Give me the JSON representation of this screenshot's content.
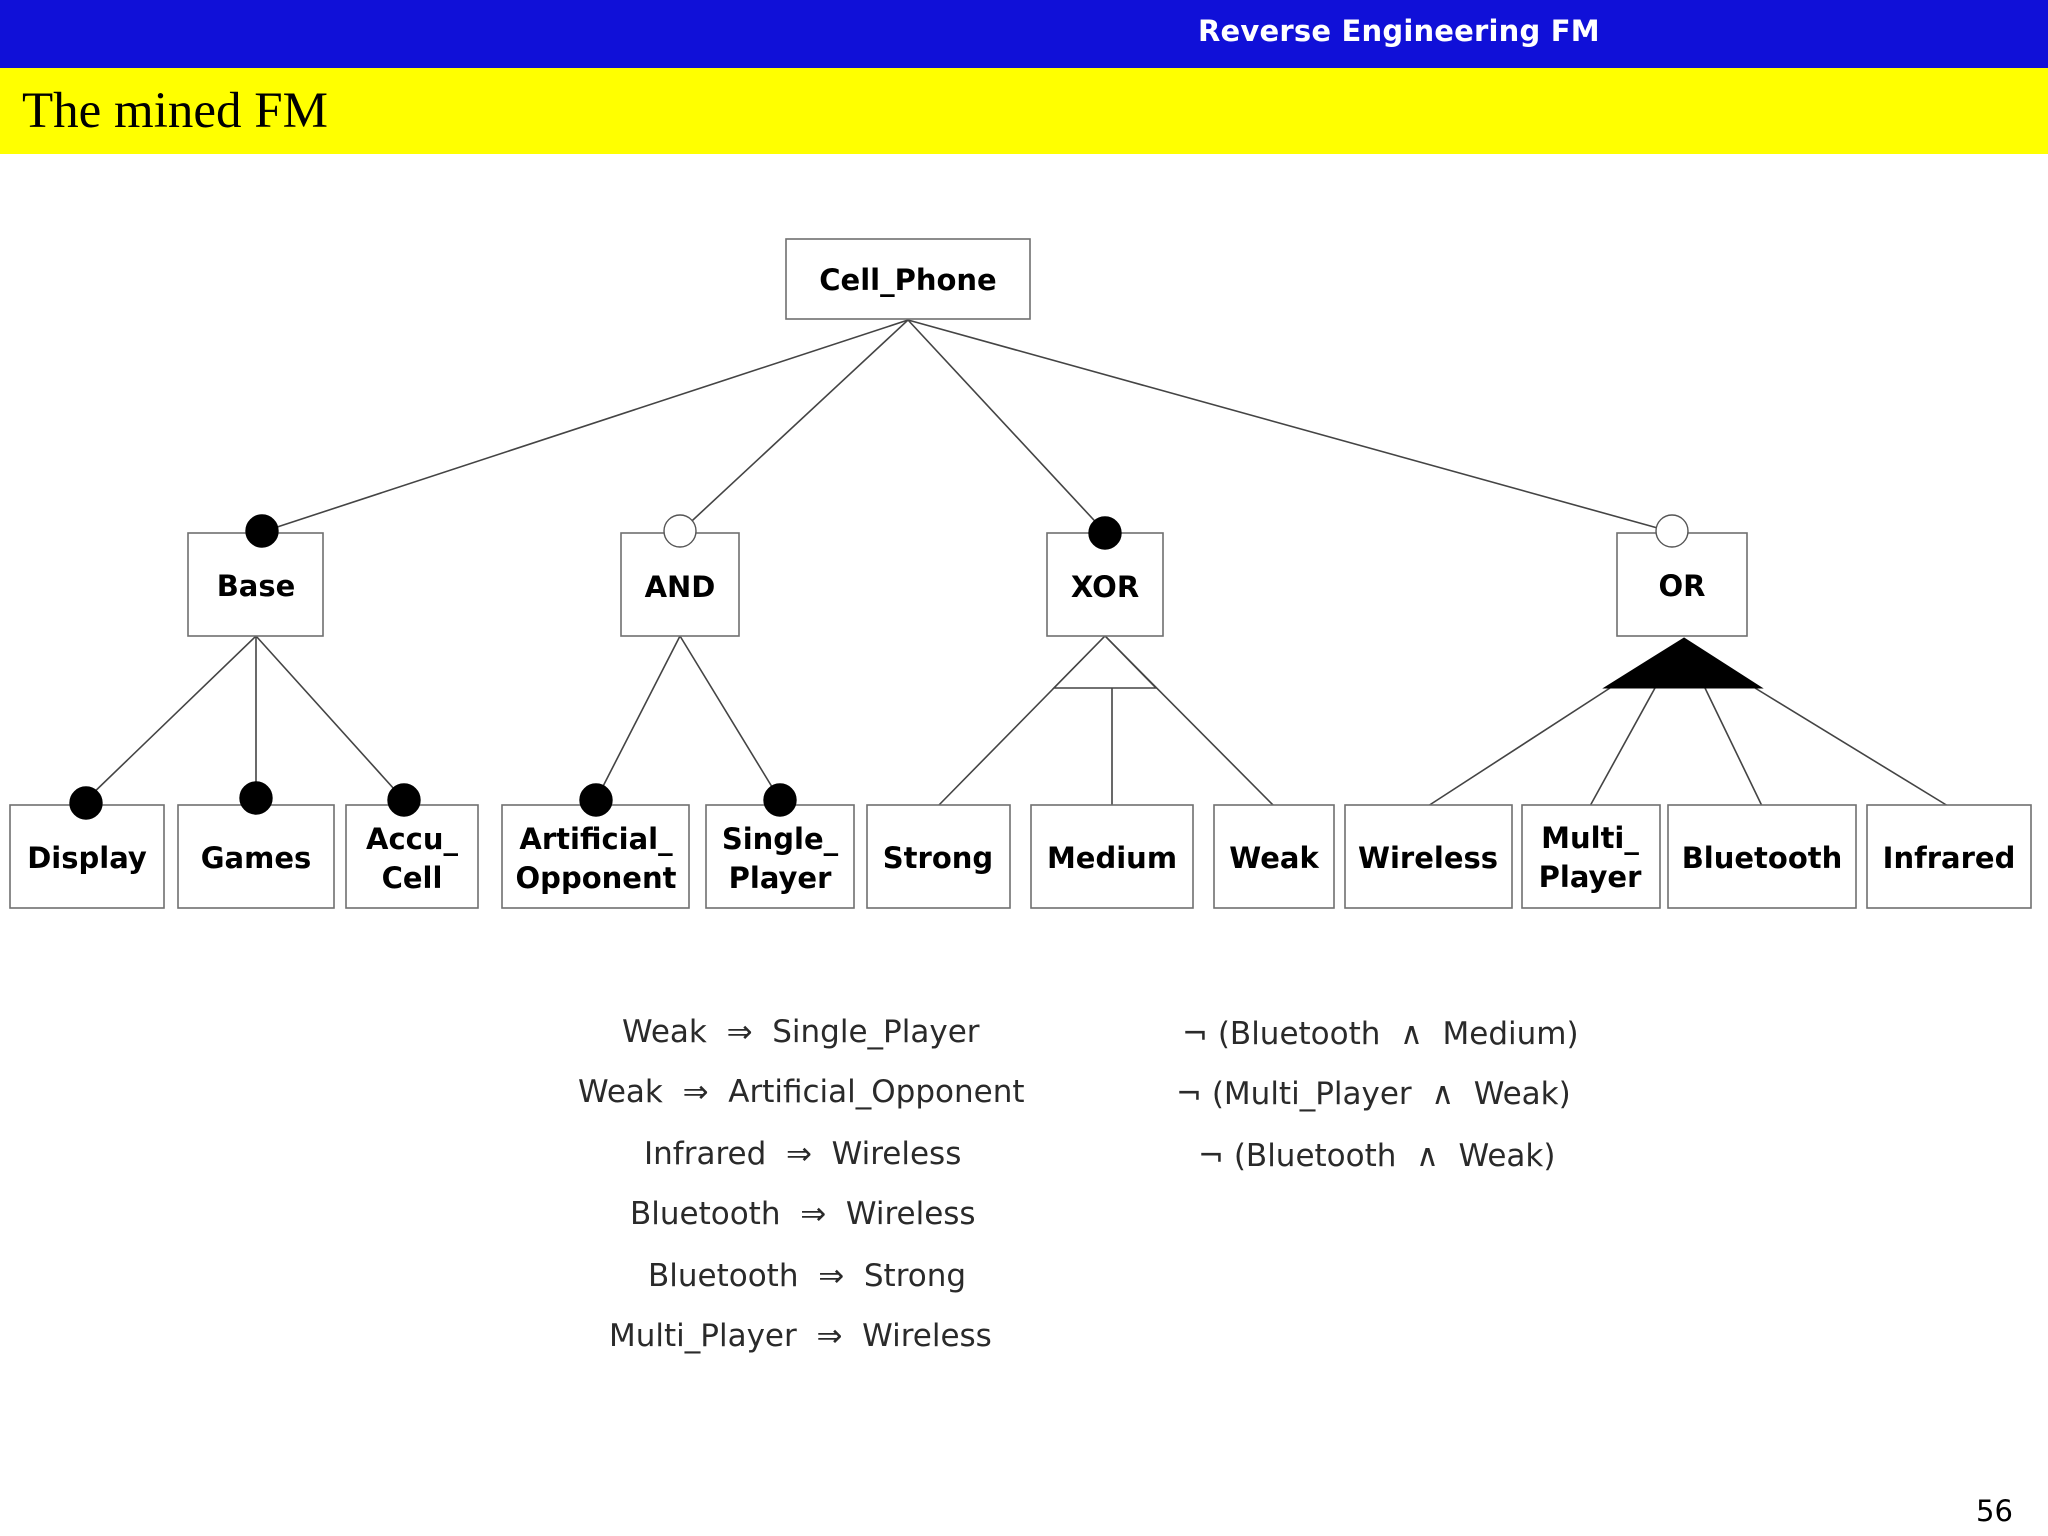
{
  "header": {
    "banner_title": "Reverse Engineering FM",
    "slide_title": "The mined FM"
  },
  "feature_model": {
    "root": "Cell_Phone",
    "groups": {
      "base": "Base",
      "and": "AND",
      "xor": "XOR",
      "or": "OR"
    },
    "leaves": {
      "display": "Display",
      "games": "Games",
      "accu_cell_1": "Accu_",
      "accu_cell_2": "Cell",
      "artificial_opponent_1": "Artificial_",
      "artificial_opponent_2": "Opponent",
      "single_player_1": "Single_",
      "single_player_2": "Player",
      "strong": "Strong",
      "medium": "Medium",
      "weak": "Weak",
      "wireless": "Wireless",
      "multi_player_1": "Multi_",
      "multi_player_2": "Player",
      "bluetooth": "Bluetooth",
      "infrared": "Infrared"
    }
  },
  "constraints": {
    "implies": [
      "Weak  ⇒  Single_Player",
      "Weak  ⇒  Artificial_Opponent",
      "Infrared  ⇒  Wireless",
      "Bluetooth  ⇒  Wireless",
      "Bluetooth  ⇒  Strong",
      "Multi_Player  ⇒  Wireless"
    ],
    "excludes": [
      "¬ (Bluetooth  ∧  Medium)",
      "¬ (Multi_Player  ∧  Weak)",
      "¬ (Bluetooth  ∧  Weak)"
    ]
  },
  "footer": {
    "page_number": "56"
  }
}
